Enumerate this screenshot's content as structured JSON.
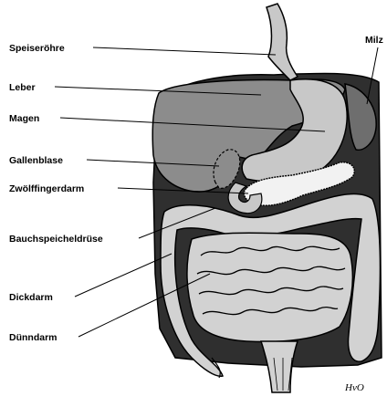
{
  "labels": {
    "speiseroehre": "Speiseröhre",
    "leber": "Leber",
    "magen": "Magen",
    "gallenblase": "Gallenblase",
    "zwoelffingerdarm": "Zwölffingerdarm",
    "bauchspeicheldruese": "Bauchspeicheldrüse",
    "dickdarm": "Dickdarm",
    "duenndarm": "Dünndarm",
    "milz": "Milz"
  },
  "signature": "HvO",
  "colors": {
    "cavity": "#2f2f2f",
    "liver": "#8c8c8c",
    "stomach": "#c8c8c8",
    "spleen": "#6e6e6e",
    "intestine": "#d2d2d2",
    "outline": "#000000"
  }
}
